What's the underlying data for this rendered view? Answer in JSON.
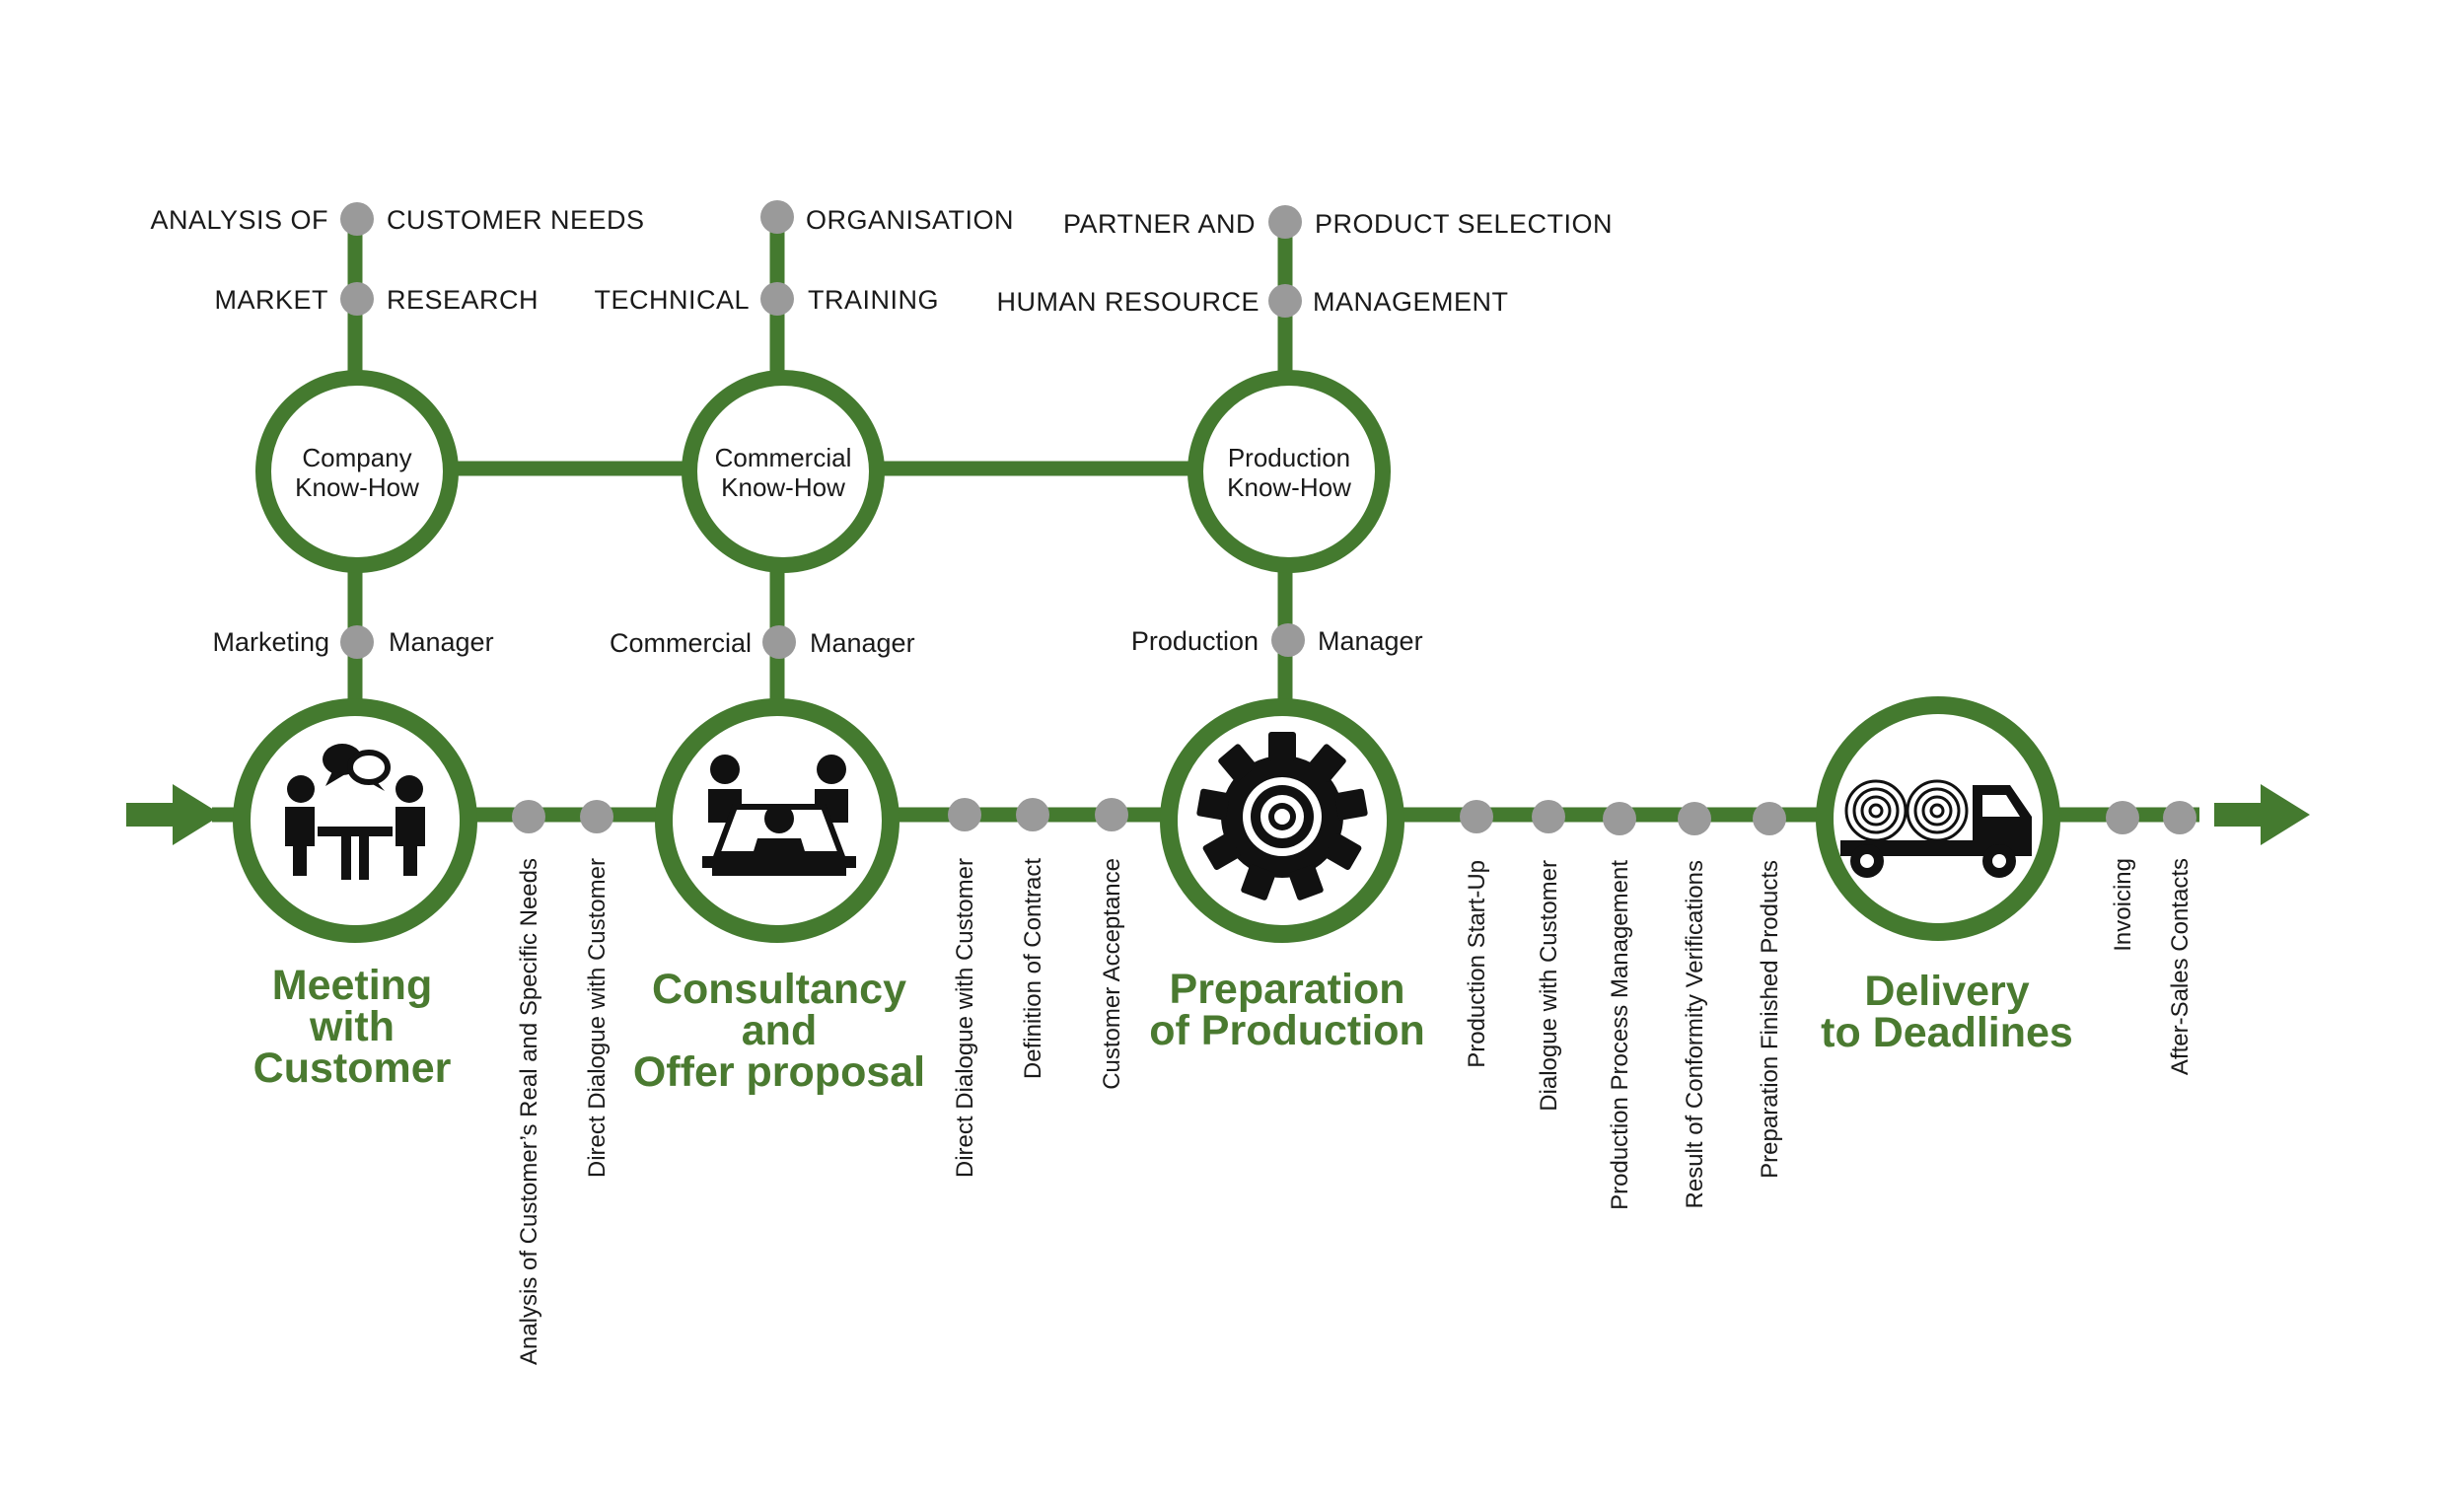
{
  "colors": {
    "accent": "#447a2f",
    "node": "#9a9a9a",
    "text": "#1a1a1a",
    "icon": "#111111"
  },
  "hubs": {
    "company": {
      "line1": "Company",
      "line2": "Know-How",
      "top": [
        {
          "left": "ANALYSIS OF",
          "right": "CUSTOMER NEEDS"
        },
        {
          "left": "MARKET",
          "right": "RESEARCH"
        }
      ],
      "manager": {
        "left": "Marketing",
        "right": "Manager"
      }
    },
    "commercial": {
      "line1": "Commercial",
      "line2": "Know-How",
      "top": [
        {
          "left": "",
          "right": "ORGANISATION"
        },
        {
          "left": "TECHNICAL",
          "right": "TRAINING"
        }
      ],
      "manager": {
        "left": "Commercial",
        "right": "Manager"
      }
    },
    "production": {
      "line1": "Production",
      "line2": "Know-How",
      "top": [
        {
          "left": "PARTNER AND",
          "right": "PRODUCT SELECTION"
        },
        {
          "left": "HUMAN RESOURCE",
          "right": "MANAGEMENT"
        }
      ],
      "manager": {
        "left": "Production",
        "right": "Manager"
      }
    }
  },
  "stages": {
    "meeting": {
      "icon": "meeting-icon",
      "lines": [
        "Meeting",
        "with",
        "Customer"
      ]
    },
    "consultancy": {
      "icon": "conference-table-icon",
      "lines": [
        "Consultancy",
        "and",
        "Offer proposal"
      ]
    },
    "preparation": {
      "icon": "gear-icon",
      "lines": [
        "Preparation",
        "of Production"
      ]
    },
    "delivery": {
      "icon": "truck-icon",
      "lines": [
        "Delivery",
        "to Deadlines"
      ]
    }
  },
  "steps": {
    "s1": "Analysis of Customer’s Real and Specific Needs",
    "s2": "Direct Dialogue with Customer",
    "s3": "Direct Dialogue with Customer",
    "s4": "Definition of Contract",
    "s5": "Customer Acceptance",
    "s6": "Production Start-Up",
    "s7": "Dialogue with Customer",
    "s8": "Production Process Management",
    "s9": "Result of Conformity Verifications",
    "s10": "Preparation Finished Products",
    "s11": "Invoicing",
    "s12": "After-Sales Contacts"
  }
}
